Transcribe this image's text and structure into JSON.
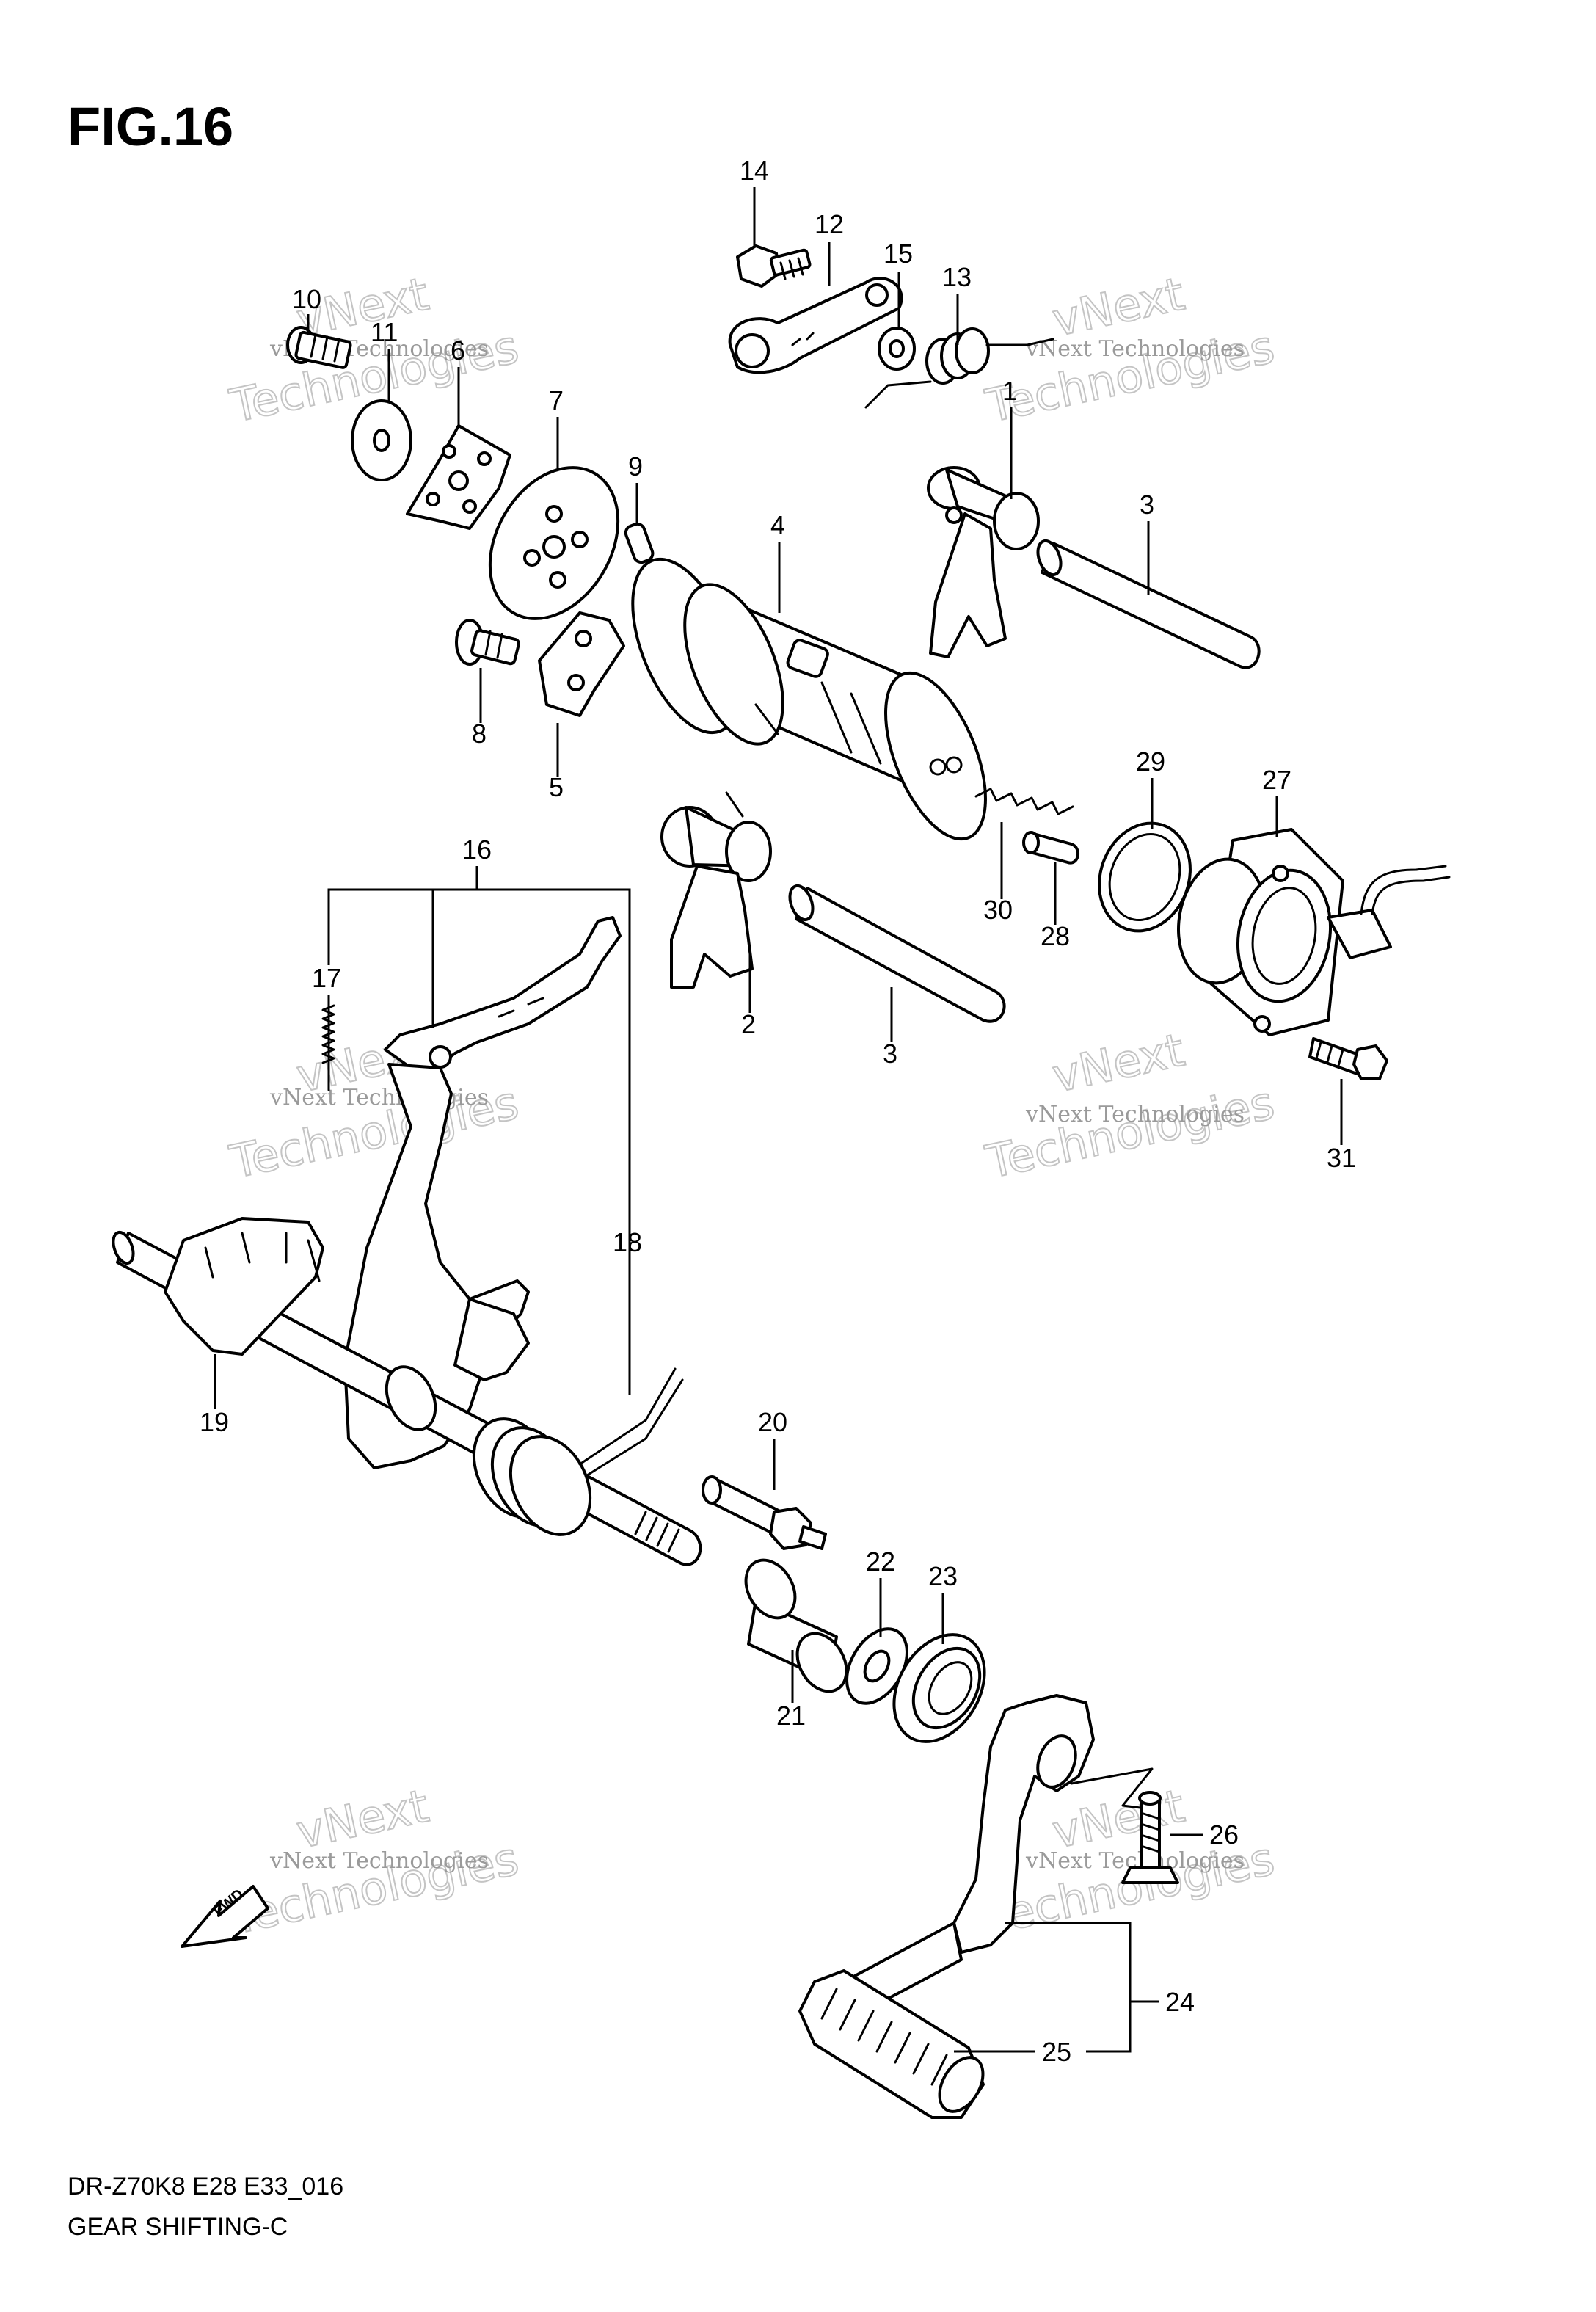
{
  "figure": {
    "title": "FIG.16",
    "model_code": "DR-Z70K8 E28 E33_016",
    "section_name": "GEAR SHIFTING-C",
    "fwd_label": "FWD"
  },
  "watermark": {
    "small": "vNext Technologies",
    "top_word": "vNext",
    "bottom_word": "Technologies"
  },
  "callouts": [
    {
      "id": "c14",
      "text": "14"
    },
    {
      "id": "c12",
      "text": "12"
    },
    {
      "id": "c15",
      "text": "15"
    },
    {
      "id": "c13",
      "text": "13"
    },
    {
      "id": "c10",
      "text": "10"
    },
    {
      "id": "c11",
      "text": "11"
    },
    {
      "id": "c6",
      "text": "6"
    },
    {
      "id": "c7",
      "text": "7"
    },
    {
      "id": "c9",
      "text": "9"
    },
    {
      "id": "c4",
      "text": "4"
    },
    {
      "id": "c1",
      "text": "1"
    },
    {
      "id": "c3a",
      "text": "3"
    },
    {
      "id": "c8",
      "text": "8"
    },
    {
      "id": "c5",
      "text": "5"
    },
    {
      "id": "c16",
      "text": "16"
    },
    {
      "id": "c29",
      "text": "29"
    },
    {
      "id": "c27",
      "text": "27"
    },
    {
      "id": "c30",
      "text": "30"
    },
    {
      "id": "c28",
      "text": "28"
    },
    {
      "id": "c17",
      "text": "17"
    },
    {
      "id": "c2",
      "text": "2"
    },
    {
      "id": "c3b",
      "text": "3"
    },
    {
      "id": "c31",
      "text": "31"
    },
    {
      "id": "c18",
      "text": "18"
    },
    {
      "id": "c19",
      "text": "19"
    },
    {
      "id": "c20",
      "text": "20"
    },
    {
      "id": "c22",
      "text": "22"
    },
    {
      "id": "c23",
      "text": "23"
    },
    {
      "id": "c21",
      "text": "21"
    },
    {
      "id": "c26",
      "text": "26"
    },
    {
      "id": "c24",
      "text": "24"
    },
    {
      "id": "c25",
      "text": "25"
    }
  ]
}
